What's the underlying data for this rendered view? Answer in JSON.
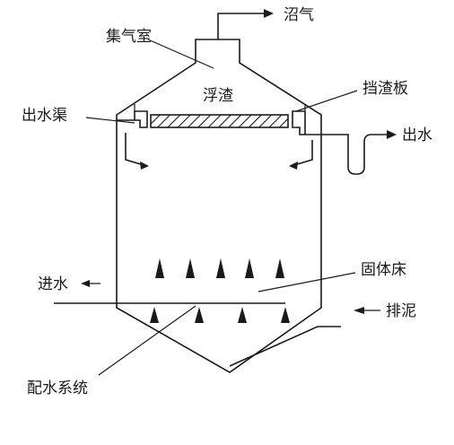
{
  "labels": {
    "biogas": "沼气",
    "gas_chamber": "集气室",
    "scum": "浮渣",
    "baffle_plate": "挡渣板",
    "outlet_channel": "出水渠",
    "water_out": "出水",
    "water_in": "进水",
    "solid_bed": "固体床",
    "sludge_discharge": "排泥",
    "distribution_system": "配水系统"
  },
  "colors": {
    "line": "#1a1a1a",
    "background": "#ffffff"
  }
}
